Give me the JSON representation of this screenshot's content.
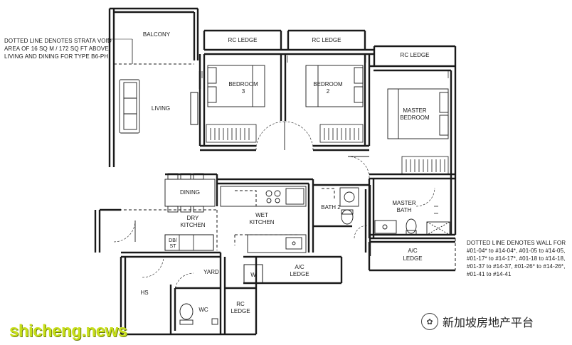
{
  "notes": {
    "strata_void": [
      "DOTTED LINE DENOTES STRATA VOID",
      "AREA OF 16 SQ M / 172 SQ FT ABOVE",
      "LIVING AND DINING FOR TYPE B6-PH"
    ],
    "wall": [
      "DOTTED LINE DENOTES WALL FOR",
      "#01-04* to #14-04*, #01-05 to #14-05,",
      "#01-17* to #14-17*, #01-18 to #14-18,",
      "#01-37 to #14-37, #01-26* to #14-26*,",
      "#01-41 to #14-41"
    ]
  },
  "rooms": {
    "balcony": "BALCONY",
    "living": "LIVING",
    "dining": "DINING",
    "dry_kitchen_1": "DRY",
    "dry_kitchen_2": "KITCHEN",
    "wet_kitchen_1": "WET",
    "wet_kitchen_2": "KITCHEN",
    "db_st_1": "DB/",
    "db_st_2": "ST",
    "yard": "YARD",
    "hs": "HS",
    "wc": "WC",
    "washer": "W",
    "rc_ledge_bottom_1": "RC",
    "rc_ledge_bottom_2": "LEDGE",
    "ac_ledge_mid_1": "A/C",
    "ac_ledge_mid_2": "LEDGE",
    "ac_ledge_right_1": "A/C",
    "ac_ledge_right_2": "LEDGE",
    "rc_ledge_1": "RC LEDGE",
    "rc_ledge_2": "RC LEDGE",
    "rc_ledge_3": "RC LEDGE",
    "bedroom3_1": "BEDROOM",
    "bedroom3_2": "3",
    "bedroom2_1": "BEDROOM",
    "bedroom2_2": "2",
    "master_bedroom_1": "MASTER",
    "master_bedroom_2": "BEDROOM",
    "bath2": "BATH 2",
    "master_bath_1": "MASTER",
    "master_bath_2": "BATH"
  },
  "watermarks": {
    "site": "shicheng.news",
    "wechat": "新加坡房地产平台",
    "wechat_icon": "wechat-icon"
  }
}
